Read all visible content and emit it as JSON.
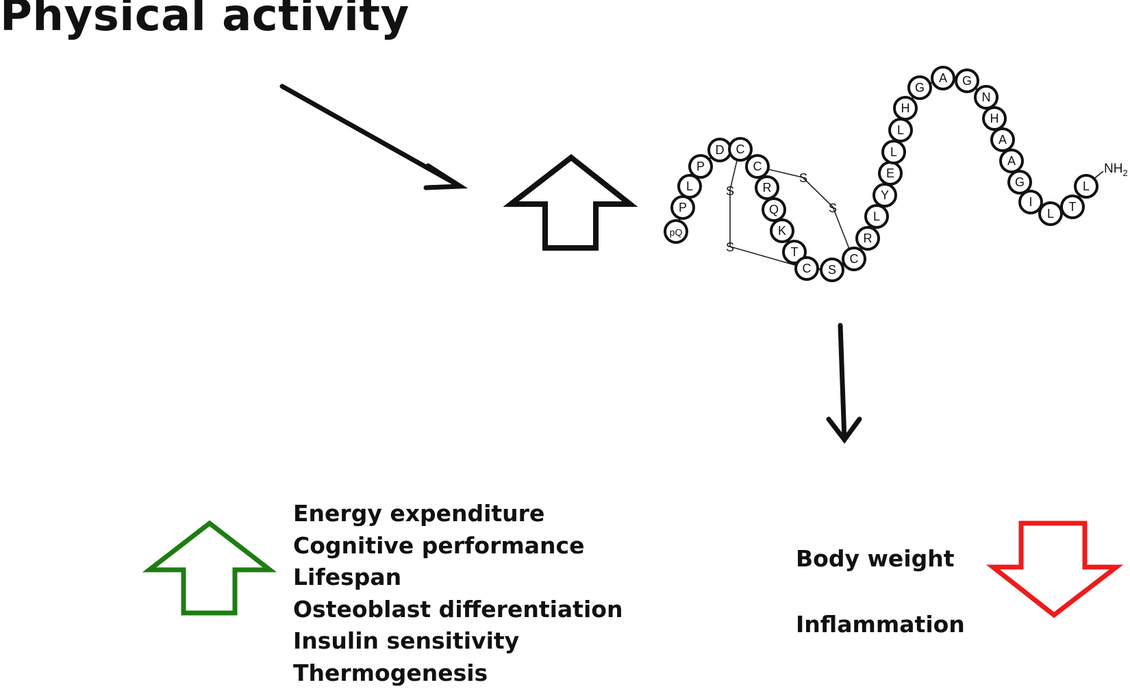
{
  "title": "Physical activity",
  "colors": {
    "increase": "#1e7d12",
    "decrease": "#ee1b1b",
    "ink": "#111111"
  },
  "peptide": {
    "n_term_label": "NH2",
    "bond_label": "S",
    "residues": [
      "pQ",
      "P",
      "L",
      "P",
      "D",
      "C",
      "C",
      "R",
      "Q",
      "K",
      "T",
      "C",
      "S",
      "C",
      "R",
      "L",
      "Y",
      "E",
      "L",
      "L",
      "H",
      "G",
      "A",
      "G",
      "N",
      "H",
      "A",
      "A",
      "G",
      "I",
      "L",
      "T",
      "L"
    ]
  },
  "increased_effects": [
    "Energy expenditure",
    "Cognitive performance",
    "Lifespan",
    "Osteoblast differentiation",
    "Insulin sensitivity",
    "Thermogenesis"
  ],
  "decreased_effects": [
    "Body weight",
    "Inflammation"
  ]
}
